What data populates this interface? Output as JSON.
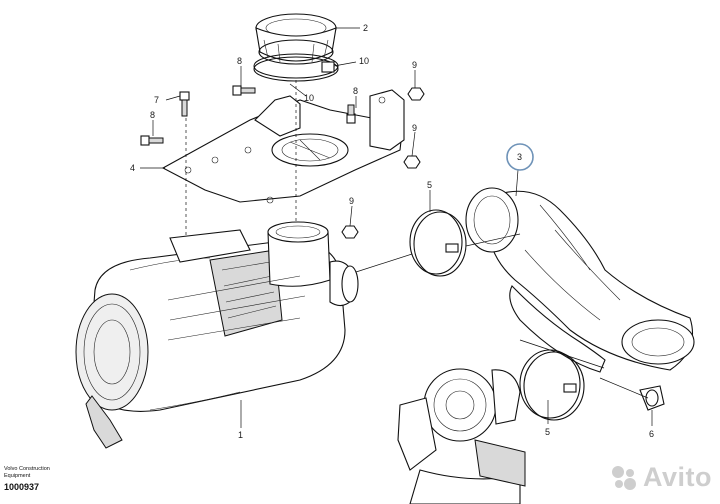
{
  "callouts": {
    "c1": "1",
    "c2": "2",
    "c3": "3",
    "c4": "4",
    "c5a": "5",
    "c5b": "5",
    "c6": "6",
    "c7": "7",
    "c8a": "8",
    "c8b": "8",
    "c8c": "8",
    "c9a": "9",
    "c9b": "9",
    "c9c": "9",
    "c10a": "10",
    "c10b": "10"
  },
  "footer": {
    "company_line1": "Volvo Construction",
    "company_line2": "Equipment",
    "doc_number": "1000937"
  },
  "watermark": {
    "text": "Avito"
  },
  "colors": {
    "highlight_circle": "#6f93b8",
    "line": "#111111",
    "watermark": "#bebebe"
  }
}
